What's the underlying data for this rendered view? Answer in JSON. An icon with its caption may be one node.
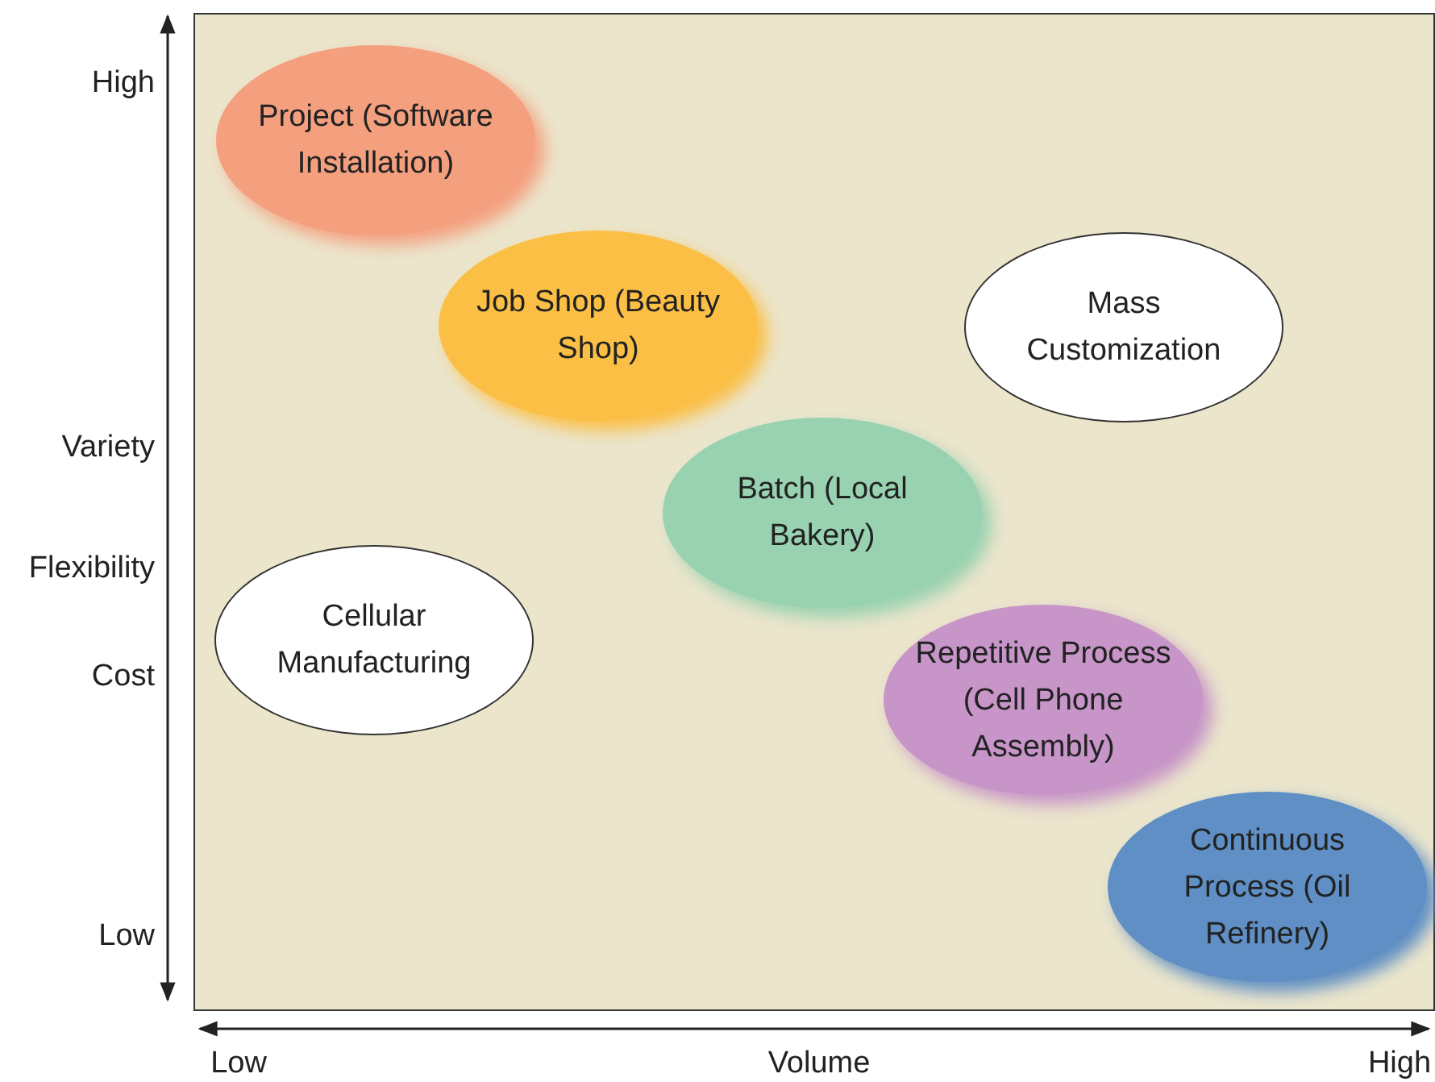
{
  "diagram": {
    "nodes": [
      {
        "text": [
          "Project (Software Installation)"
        ]
      },
      {
        "text": [
          "Job Shop (Beauty Shop)"
        ]
      },
      {
        "text": [
          "Mass Customization"
        ]
      },
      {
        "text": [
          "Batch (Local Bakery)"
        ]
      },
      {
        "text": [
          "Cellular Manufacturing"
        ]
      },
      {
        "text": [
          "Repetitive Process (Cell Phone Assembly)"
        ]
      },
      {
        "text": [
          "Continuous Process (Oil Refinery)"
        ]
      }
    ],
    "labels": [
      "High",
      "Variety",
      "Flexibility",
      "Cost",
      "Low",
      "Low",
      "Volume",
      "High"
    ]
  }
}
